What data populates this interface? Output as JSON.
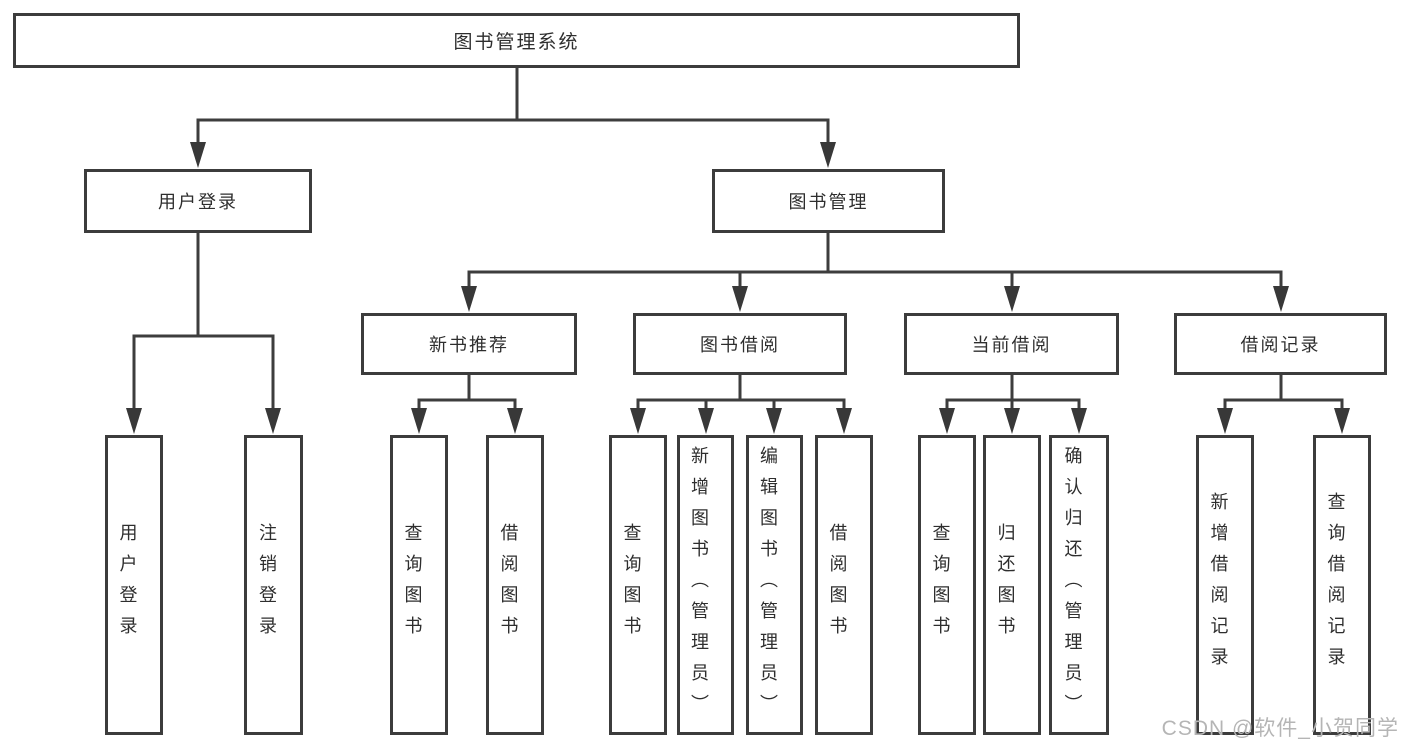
{
  "tree": {
    "label": "图书管理系统",
    "children": [
      {
        "label": "用户登录",
        "children": [
          {
            "label": "用户登录"
          },
          {
            "label": "注销登录"
          }
        ]
      },
      {
        "label": "图书管理",
        "children": [
          {
            "label": "新书推荐",
            "children": [
              {
                "label": "查询图书"
              },
              {
                "label": "借阅图书"
              }
            ]
          },
          {
            "label": "图书借阅",
            "children": [
              {
                "label": "查询图书"
              },
              {
                "label": "新增图书（管理员）"
              },
              {
                "label": "编辑图书（管理员）"
              },
              {
                "label": "借阅图书"
              }
            ]
          },
          {
            "label": "当前借阅",
            "children": [
              {
                "label": "查询图书"
              },
              {
                "label": "归还图书"
              },
              {
                "label": "确认归还（管理员）"
              }
            ]
          },
          {
            "label": "借阅记录",
            "children": [
              {
                "label": "新增借阅记录"
              },
              {
                "label": "查询借阅记录"
              }
            ]
          }
        ]
      }
    ]
  },
  "watermark": "CSDN @软件_小贺同学",
  "colors": {
    "line": "#3d3d3d",
    "border": "#3c3c3c",
    "text": "#2e2e2e",
    "watermark": "#b5b5b5",
    "background": "#ffffff"
  }
}
